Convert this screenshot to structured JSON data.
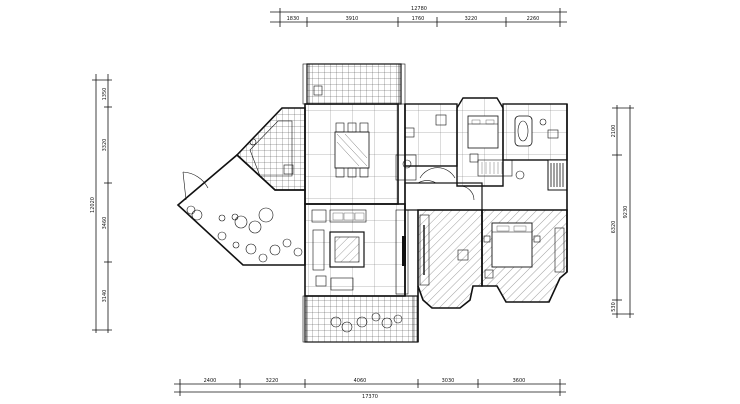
{
  "dimensions": {
    "top_total": "12780",
    "top_segments": [
      "1830",
      "3910",
      "1760",
      "3220",
      "2260"
    ],
    "bottom_total": "17370",
    "bottom_segments": [
      "2400",
      "3220",
      "4060",
      "3030",
      "3600"
    ],
    "left_total": "12020",
    "left_segments": [
      "1350",
      "3320",
      "3460",
      "3140"
    ],
    "right_total": "9230",
    "right_segments": [
      "2100",
      "6320",
      "530"
    ]
  },
  "colors": {
    "line": "#111111",
    "background": "#ffffff"
  }
}
